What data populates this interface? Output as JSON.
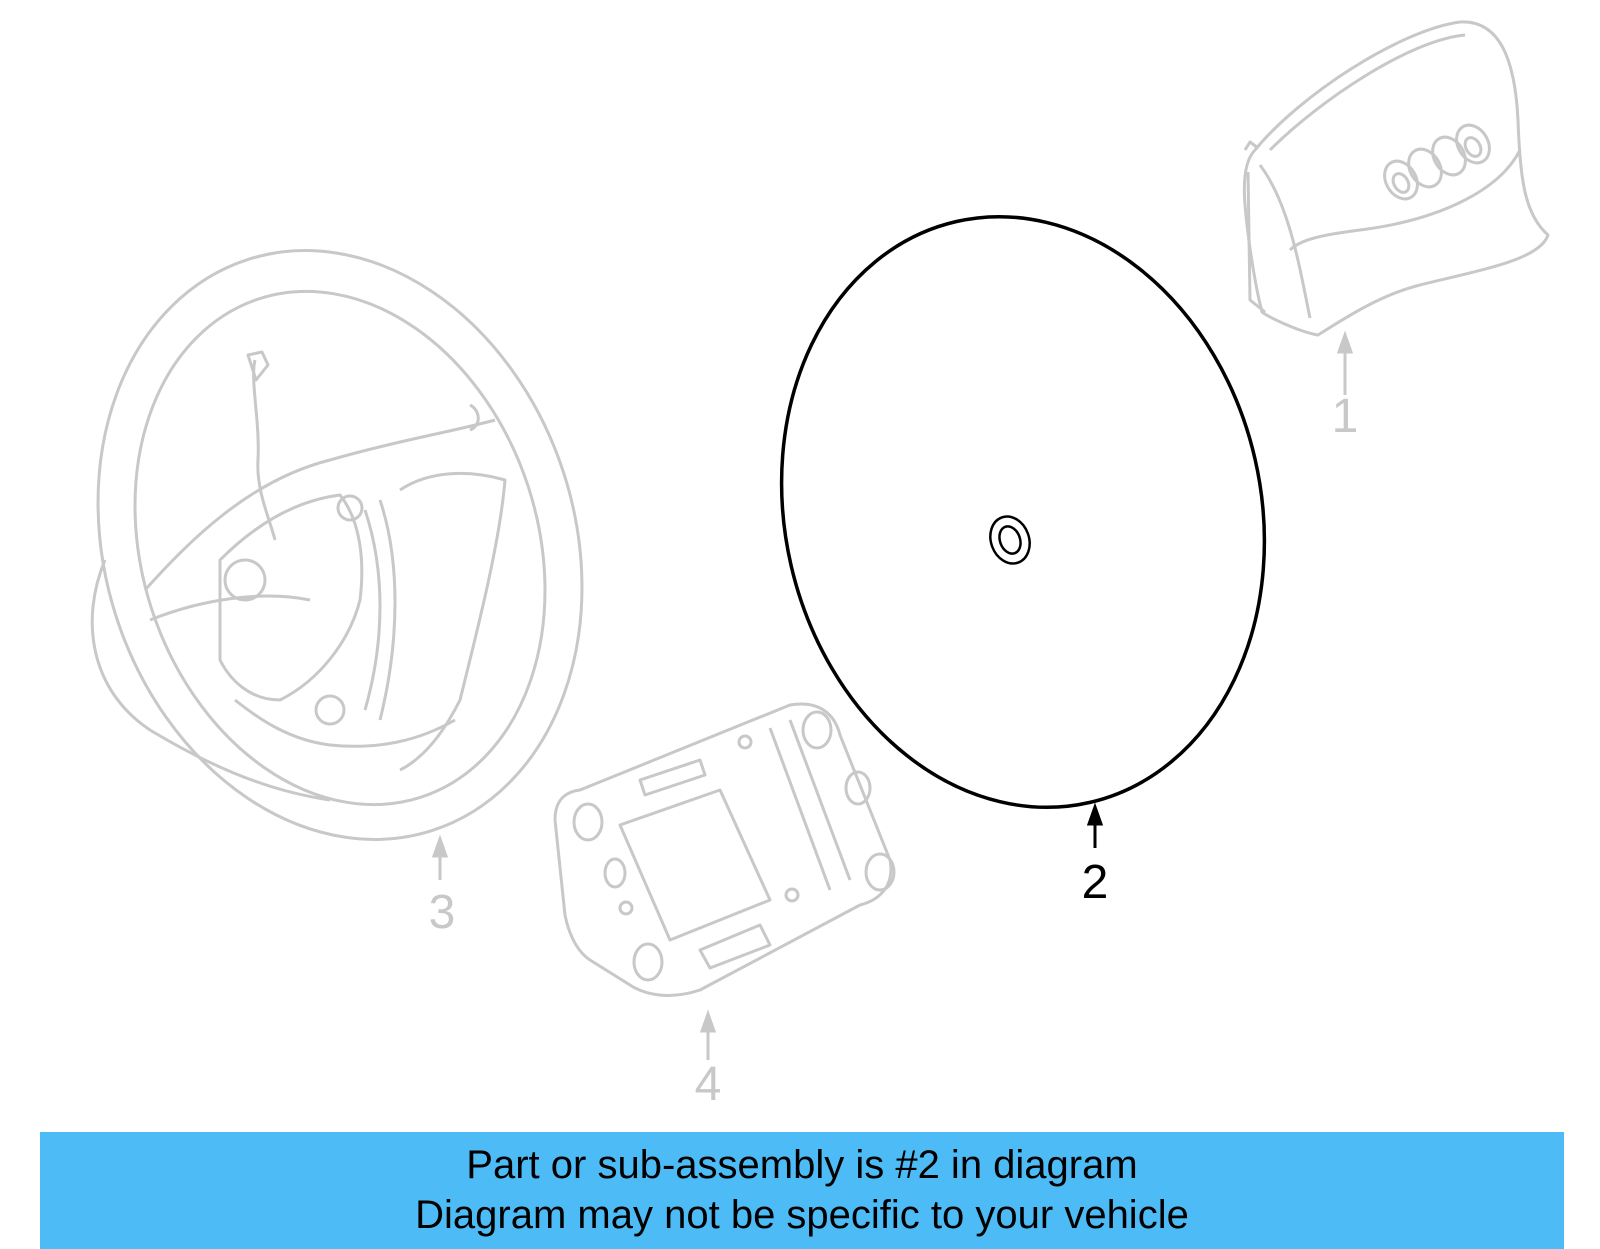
{
  "colors": {
    "highlight": "#000000",
    "faded": "#c8c8c8",
    "banner": "#4dbbf5"
  },
  "callouts": [
    {
      "label": "1",
      "highlighted": false
    },
    {
      "label": "2",
      "highlighted": true
    },
    {
      "label": "3",
      "highlighted": false
    },
    {
      "label": "4",
      "highlighted": false
    }
  ],
  "banner": {
    "line1": "Part or sub-assembly is #2 in diagram",
    "line2": "Diagram may not be specific to your vehicle"
  }
}
